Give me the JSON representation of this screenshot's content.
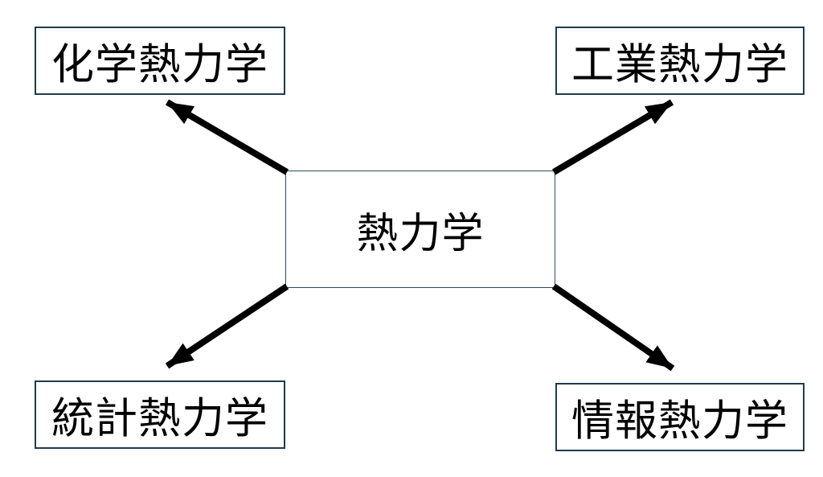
{
  "diagram": {
    "center_node": {
      "label": "熱力学"
    },
    "branch_nodes": [
      {
        "position": "top-left",
        "label": "化学熱力学"
      },
      {
        "position": "top-right",
        "label": "工業熱力学"
      },
      {
        "position": "bottom-left",
        "label": "統計熱力学"
      },
      {
        "position": "bottom-right",
        "label": "情報熱力学"
      }
    ],
    "arrows": [
      {
        "from": "center",
        "to": "top-left"
      },
      {
        "from": "center",
        "to": "top-right"
      },
      {
        "from": "center",
        "to": "bottom-left"
      },
      {
        "from": "center",
        "to": "bottom-right"
      }
    ],
    "colors": {
      "background": "#ffffff",
      "box_border": "#1f3b4d",
      "text": "#000000",
      "arrow": "#000000"
    }
  }
}
